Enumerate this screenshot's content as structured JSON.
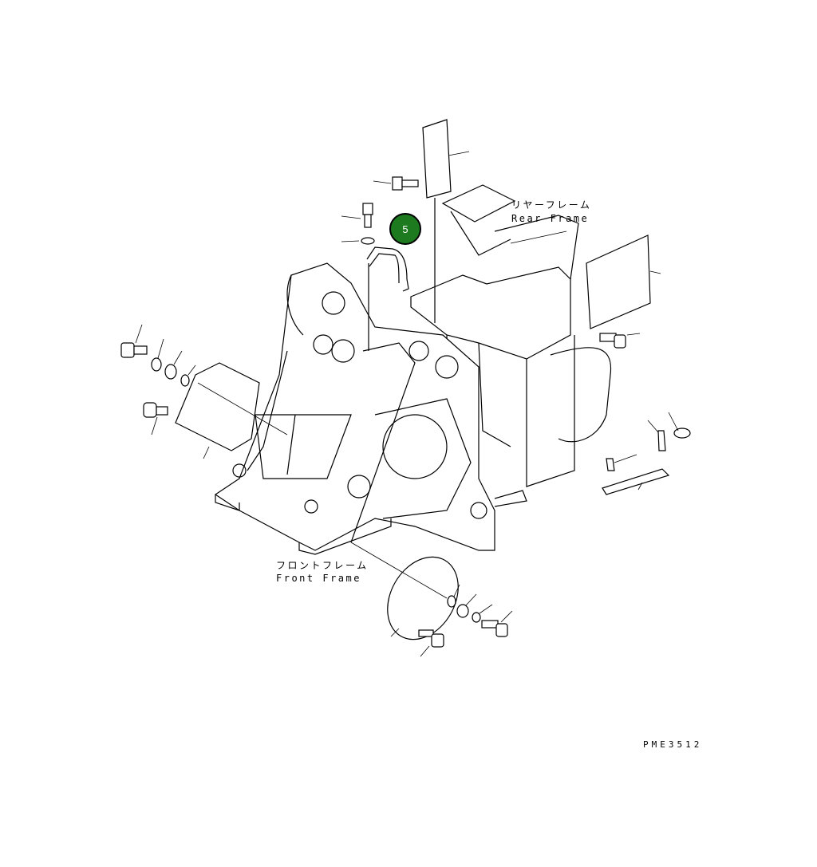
{
  "diagram": {
    "rear_frame_label_jp": "リヤーフレーム",
    "rear_frame_label_en": "Rear Frame",
    "front_frame_label_jp": "フロントフレーム",
    "front_frame_label_en": "Front Frame",
    "drawing_code": "PME3512",
    "callout_number": "5",
    "callout_color": "#1e7a1e"
  }
}
